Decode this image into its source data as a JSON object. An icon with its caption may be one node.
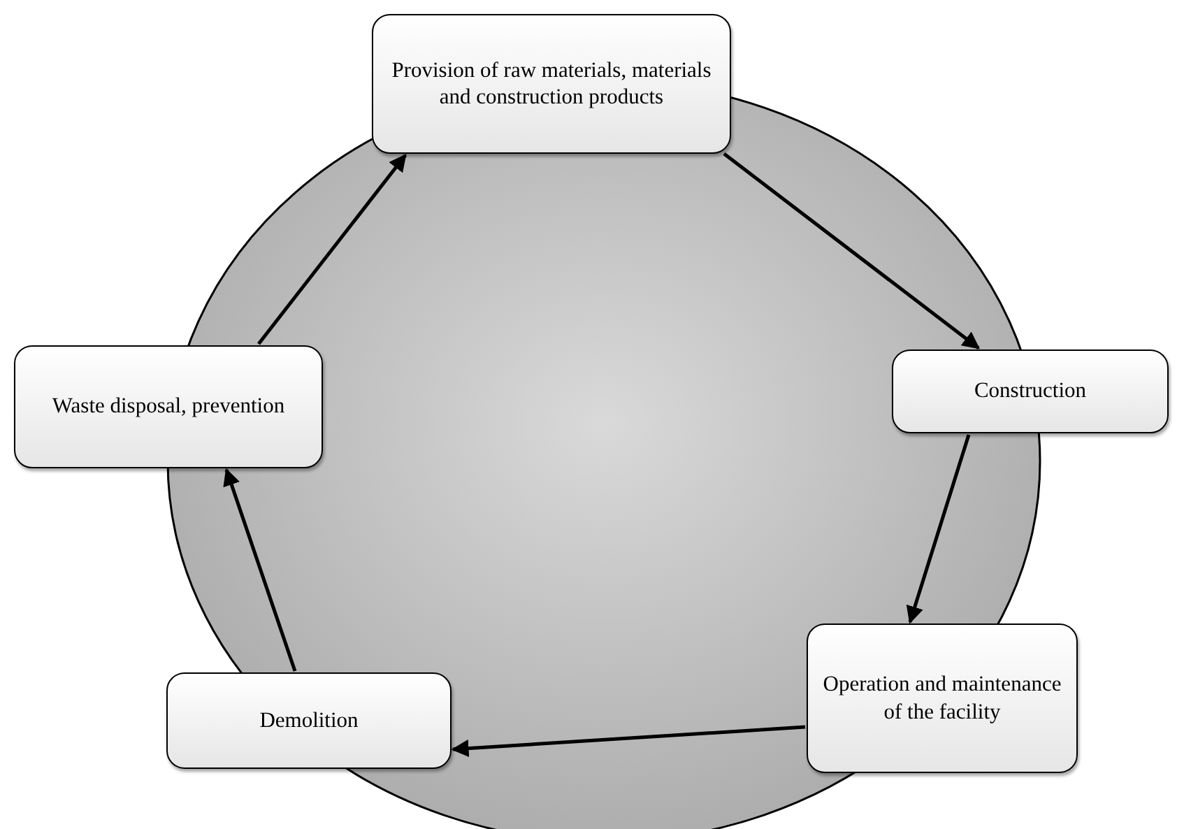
{
  "diagram": {
    "nodes": [
      {
        "text": [
          "Provision of raw materials, materials and construction products"
        ]
      },
      {
        "text": [
          "Construction"
        ]
      },
      {
        "text": [
          "Operation and maintenance of the facility"
        ]
      },
      {
        "text": [
          "Demolition"
        ]
      },
      {
        "text": [
          "Waste disposal, prevention"
        ]
      }
    ],
    "edges": [
      {
        "from": 0,
        "to": 1,
        "arrow": "to"
      },
      {
        "from": 1,
        "to": 2,
        "arrow": "to"
      },
      {
        "from": 2,
        "to": 3,
        "arrow": "to"
      },
      {
        "from": 3,
        "to": 4,
        "arrow": "to"
      },
      {
        "from": 4,
        "to": 0,
        "arrow": "to"
      }
    ]
  }
}
